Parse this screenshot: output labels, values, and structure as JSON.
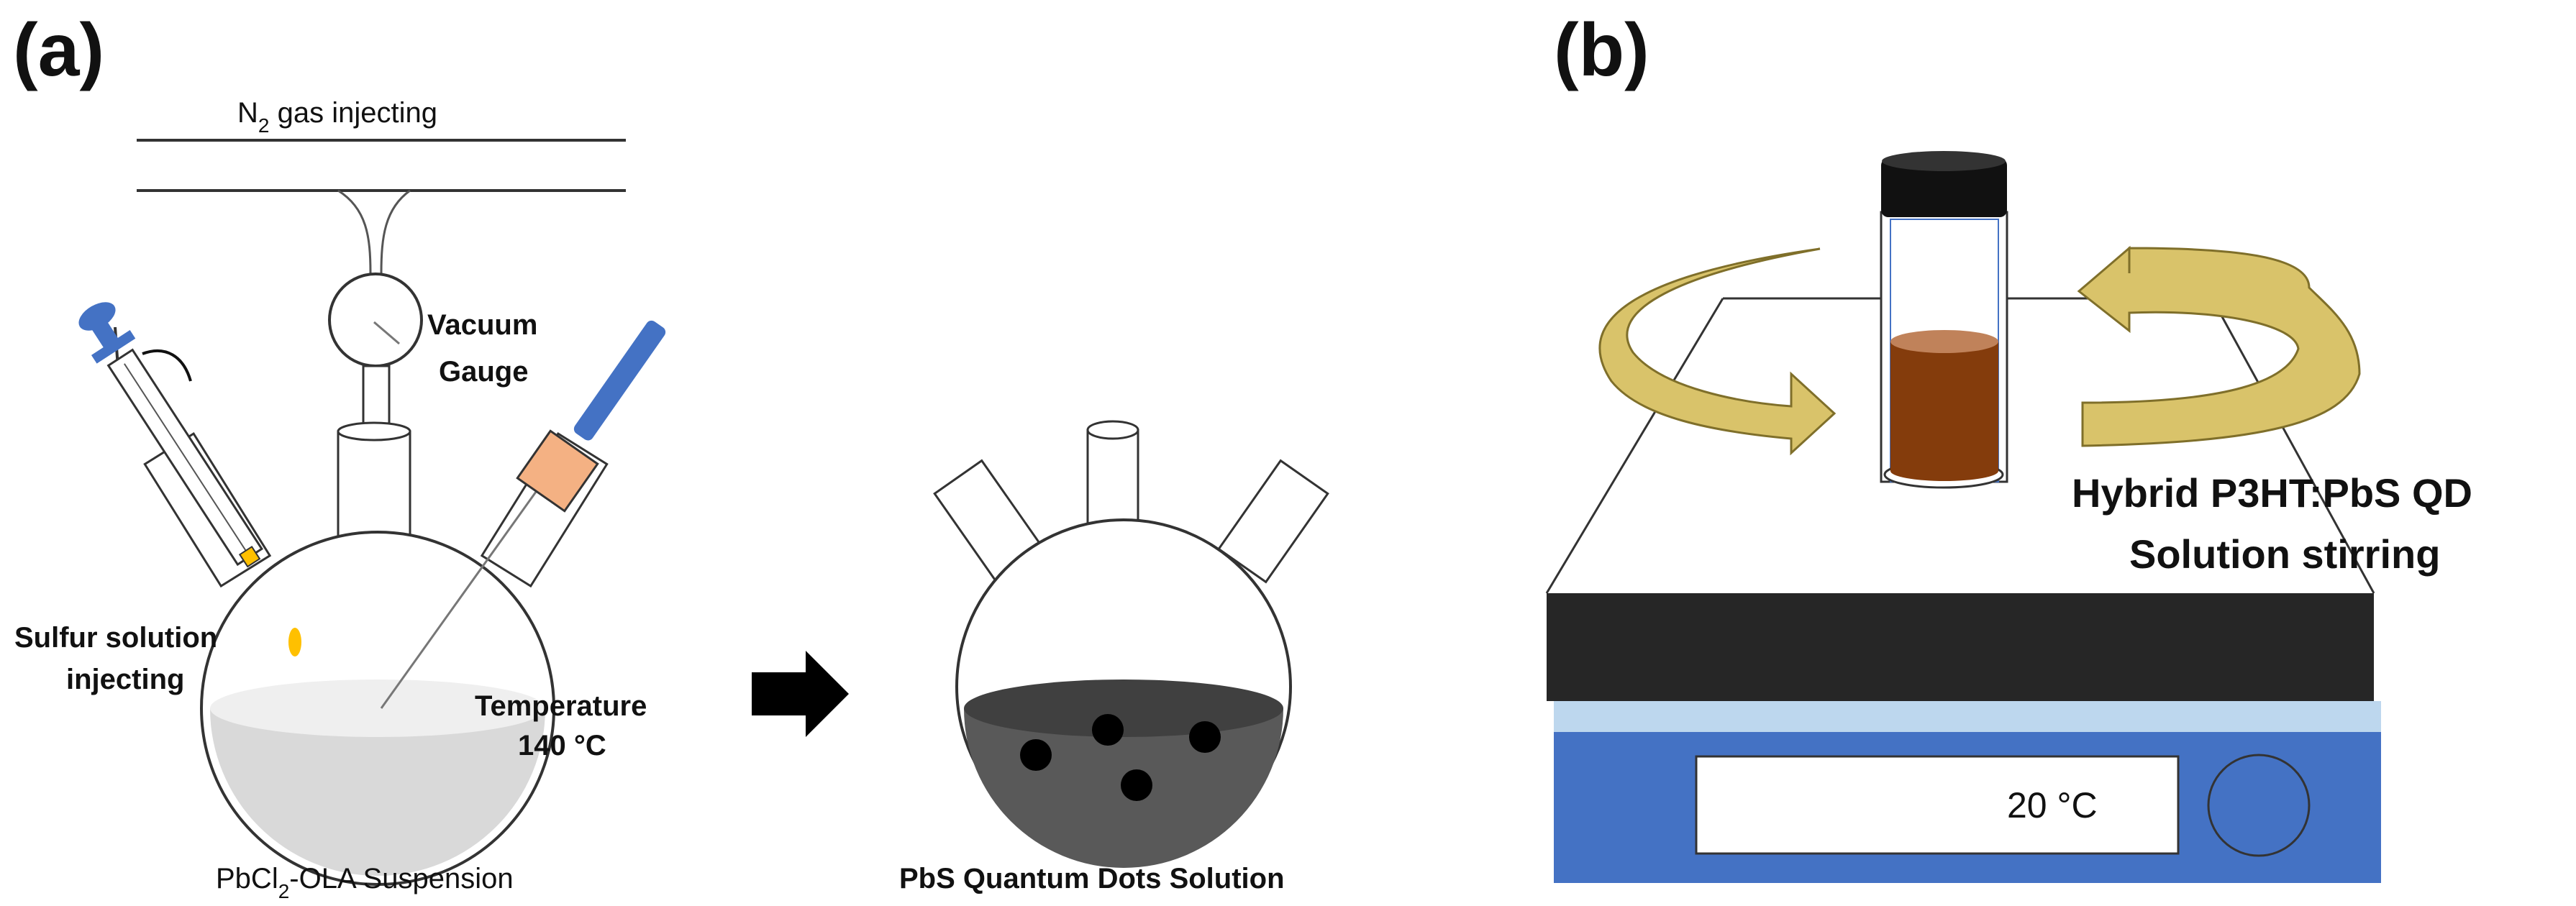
{
  "panels": {
    "a": "(a)",
    "b": "(b)"
  },
  "labels": {
    "n2_main": "N",
    "n2_sub": "2",
    "n2_rest": " gas injecting",
    "vacuum_line1": "Vacuum",
    "vacuum_line2": "Gauge",
    "sulfur_line1": "Sulfur solution",
    "sulfur_line2": "injecting",
    "temp_line1": "Temperature",
    "temp_line2": "140 °C",
    "pbcl_main": "PbCl",
    "pbcl_sub": "2",
    "pbcl_rest": "-OLA Suspension",
    "pbs_solution": "PbS Quantum Dots Solution",
    "hybrid_line1": "Hybrid P3HT:PbS QD",
    "hybrid_line2": "Solution stirring",
    "display_temp": "20 °C"
  },
  "colors": {
    "gray_liquid": "#d9d9d9",
    "gray_liquid_top": "#efefef",
    "dark_liquid": "#595959",
    "dark_liquid_top": "#404040",
    "syringe_blue": "#4472c4",
    "thermo_cap": "#f4b183",
    "droplet": "#ffc000",
    "arrow_gold": "#d9c36a",
    "arrow_edge": "#7f6f2a",
    "vial_liquid": "#843c0c",
    "vial_liquid_top": "#c0825a",
    "plate_black": "#262626",
    "stirrer_top": "#bdd7ee",
    "stirrer_body": "#4472c4",
    "knob": "#4472c4"
  }
}
